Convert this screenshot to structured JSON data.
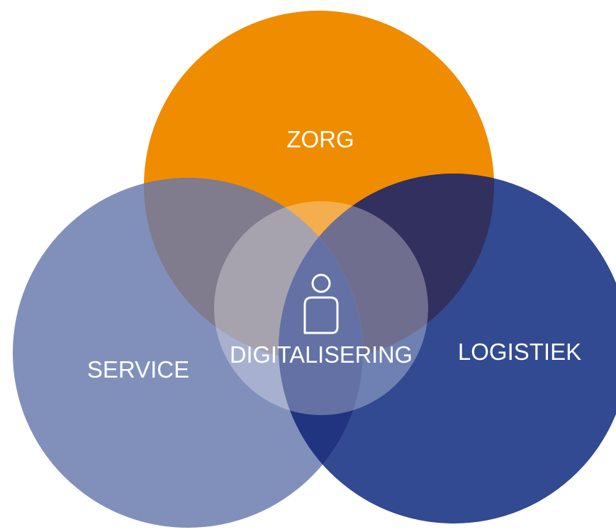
{
  "diagram": {
    "type": "venn",
    "labels": {
      "top": "ZORG",
      "left": "SERVICE",
      "right": "LOGISTIEK",
      "center": "DIGITALISERING"
    },
    "center_icon": "person-icon",
    "colors": {
      "top": "#f08c00",
      "left": "#8190bb",
      "right": "#324a91",
      "center": "#c9cfdf",
      "text": "#ffffff"
    }
  }
}
